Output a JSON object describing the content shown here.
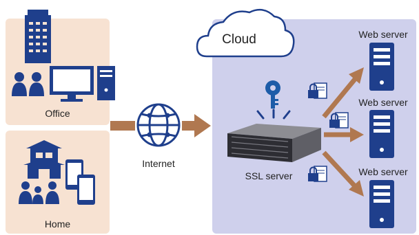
{
  "locations": {
    "office": "Office",
    "home": "Home",
    "internet": "Internet",
    "cloud": "Cloud"
  },
  "ssl_server": {
    "label": "SSL server"
  },
  "web_servers": [
    {
      "label": "Web server"
    },
    {
      "label": "Web server"
    },
    {
      "label": "Web server"
    }
  ],
  "colors": {
    "icon_blue": "#1f3f8c",
    "arrow_brown": "#b07850",
    "location_bg": "#f7e2d2",
    "cloud_bg": "#cfd0ec",
    "key_blue": "#1d5ca8"
  }
}
